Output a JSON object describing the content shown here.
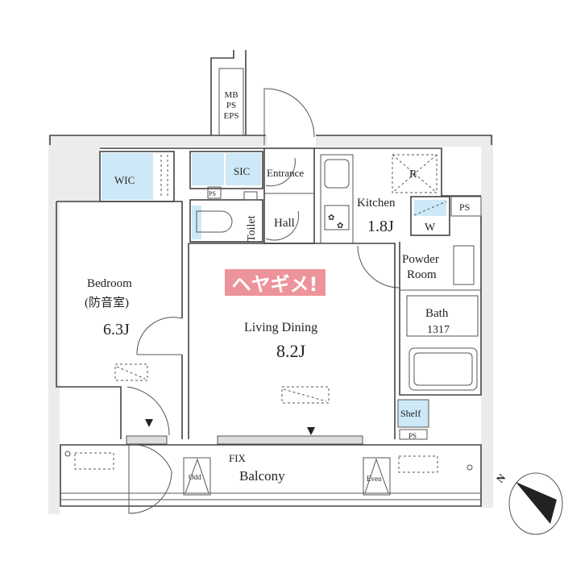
{
  "plan": {
    "shaft": [
      "MB",
      "PS",
      "EPS"
    ],
    "rooms": {
      "wic": "WIC",
      "sic": "SIC",
      "entrance": "Entrance",
      "hall": "Hall",
      "toilet": "Toilet",
      "ps_toilet": "PS",
      "kitchen": "Kitchen",
      "kitchen_size": "1.8J",
      "fridge": "R",
      "washer": "W",
      "ps_kitchen": "PS",
      "powder_room_1": "Powder",
      "powder_room_2": "Room",
      "bath": "Bath",
      "bath_size": "1317",
      "shelf": "Shelf",
      "ps_bottom": "PS",
      "bedroom": "Bedroom",
      "bedroom_note": "(防音室)",
      "bedroom_size": "6.3J",
      "living": "Living Dining",
      "living_size": "8.2J",
      "fix": "FIX",
      "balcony": "Balcony",
      "odd": "Odd",
      "even": "Even"
    },
    "compass": "N",
    "watermark": "ヘヤギメ!",
    "colors": {
      "blue": "#cde8f6",
      "grey": "#ececec",
      "watermark": "#e8707a"
    }
  }
}
